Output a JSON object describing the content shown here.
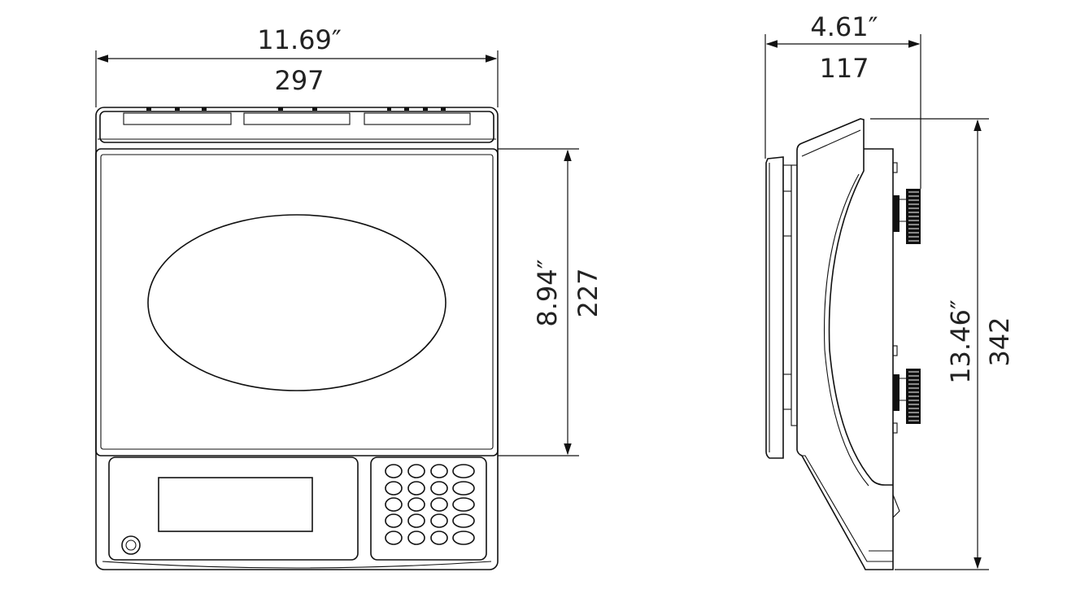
{
  "front_view": {
    "width_in": "11.69″",
    "width_mm": "297",
    "platform_depth_in": "8.94″",
    "platform_depth_mm": "227"
  },
  "side_view": {
    "height_in": "4.61″",
    "height_mm": "117",
    "depth_in": "13.46″",
    "depth_mm": "342"
  },
  "colors": {
    "line": "#111111",
    "text": "#222222"
  }
}
